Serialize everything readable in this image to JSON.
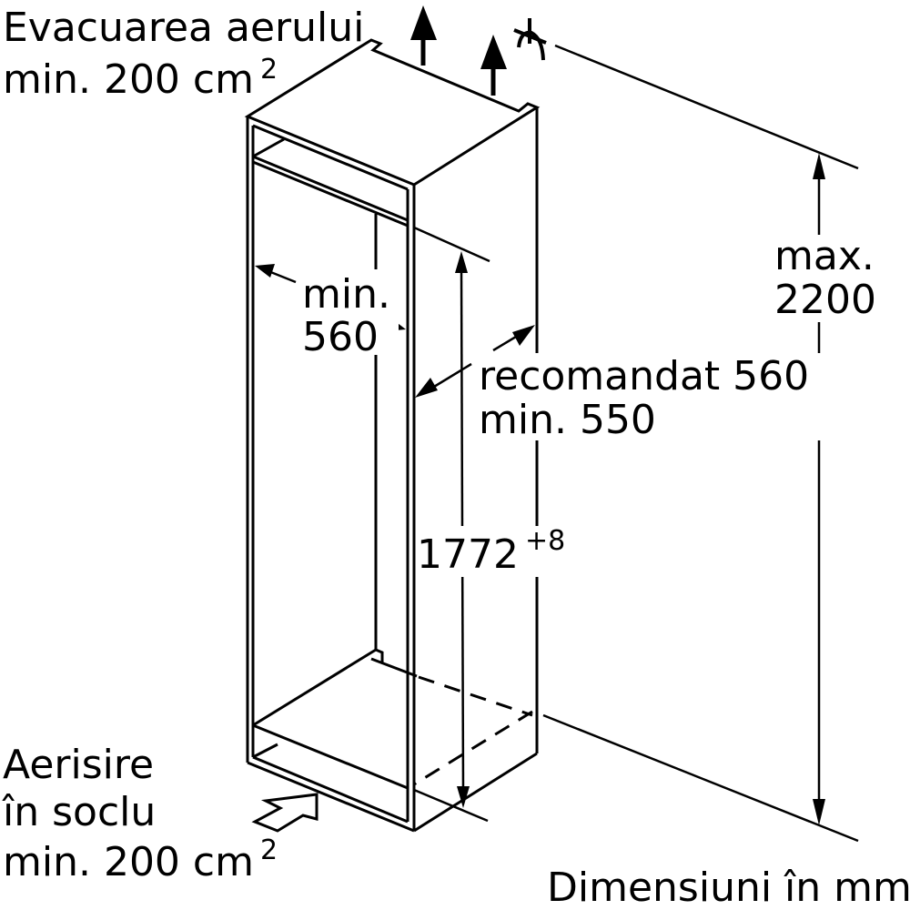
{
  "labels": {
    "air_exhaust_line1": "Evacuarea aerului",
    "air_exhaust_line2": "min. 200 cm",
    "air_exhaust_sup": "2",
    "plinth_vent_line1": "Aerisire",
    "plinth_vent_line2": "în soclu",
    "plinth_vent_line3": "min. 200 cm",
    "plinth_vent_sup": "2",
    "inner_width_line1": "min.",
    "inner_width_line2": "560",
    "depth_line1": "recomandat 560",
    "depth_line2": "min. 550",
    "niche_height": "1772",
    "niche_height_tolerance": "+8",
    "max_height_line1": "max.",
    "max_height_line2": "2200",
    "units_note": "Dimensiuni în mm"
  }
}
